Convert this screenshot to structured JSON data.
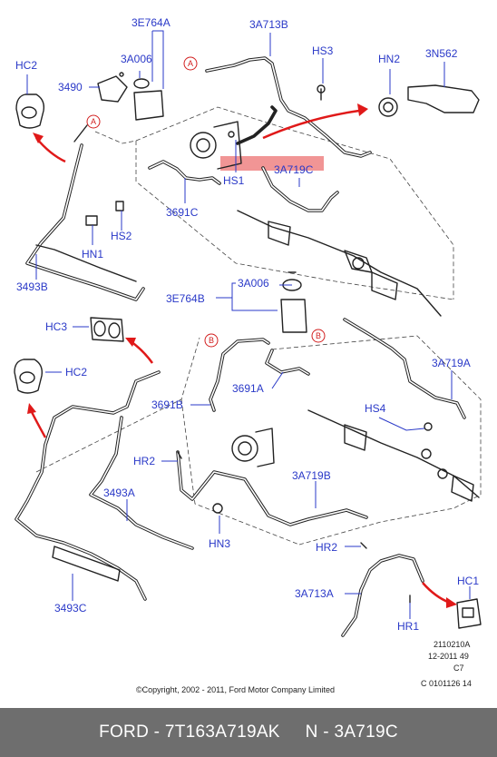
{
  "labels": {
    "l_3E764A_top": "3E764A",
    "l_3A006_top": "3A006",
    "l_3490": "3490",
    "l_3A713B": "3A713B",
    "l_HS3": "HS3",
    "l_HN2": "HN2",
    "l_3N562": "3N562",
    "l_HC2_top": "HC2",
    "l_HS1": "HS1",
    "l_3A719C": "3A719C",
    "l_3691C": "3691C",
    "l_HS2": "HS2",
    "l_HN1": "HN1",
    "l_3493B": "3493B",
    "l_3A006_mid": "3A006",
    "l_3E764B": "3E764B",
    "l_HC3": "HC3",
    "l_HC2_mid": "HC2",
    "l_3A719A": "3A719A",
    "l_3691B": "3691B",
    "l_3691A": "3691A",
    "l_HS4": "HS4",
    "l_HR2_left": "HR2",
    "l_3493A": "3493A",
    "l_3A719B": "3A719B",
    "l_HN3": "HN3",
    "l_HR2_right": "HR2",
    "l_3A713A": "3A713A",
    "l_HC1": "HC1",
    "l_3493C": "3493C",
    "l_HR1": "HR1"
  },
  "callouts": {
    "a_top_left": "A",
    "a_top_mid": "A",
    "b_left": "B",
    "b_right": "B"
  },
  "info_block": {
    "line1": "2110210A",
    "line2": "12-2011 49",
    "line3": "C7",
    "line4": "C 0101126 14"
  },
  "copyright": "©Copyright, 2002 - 2011, Ford Motor Company Limited",
  "footer": {
    "text": "FORD - 7T163A719AK     N - 3A719C"
  },
  "colors": {
    "label_blue": "#2a39c8",
    "callout_red": "#d21e1e",
    "highlight_red": "#f08a8a",
    "footer_gray": "#6e6e6e"
  }
}
